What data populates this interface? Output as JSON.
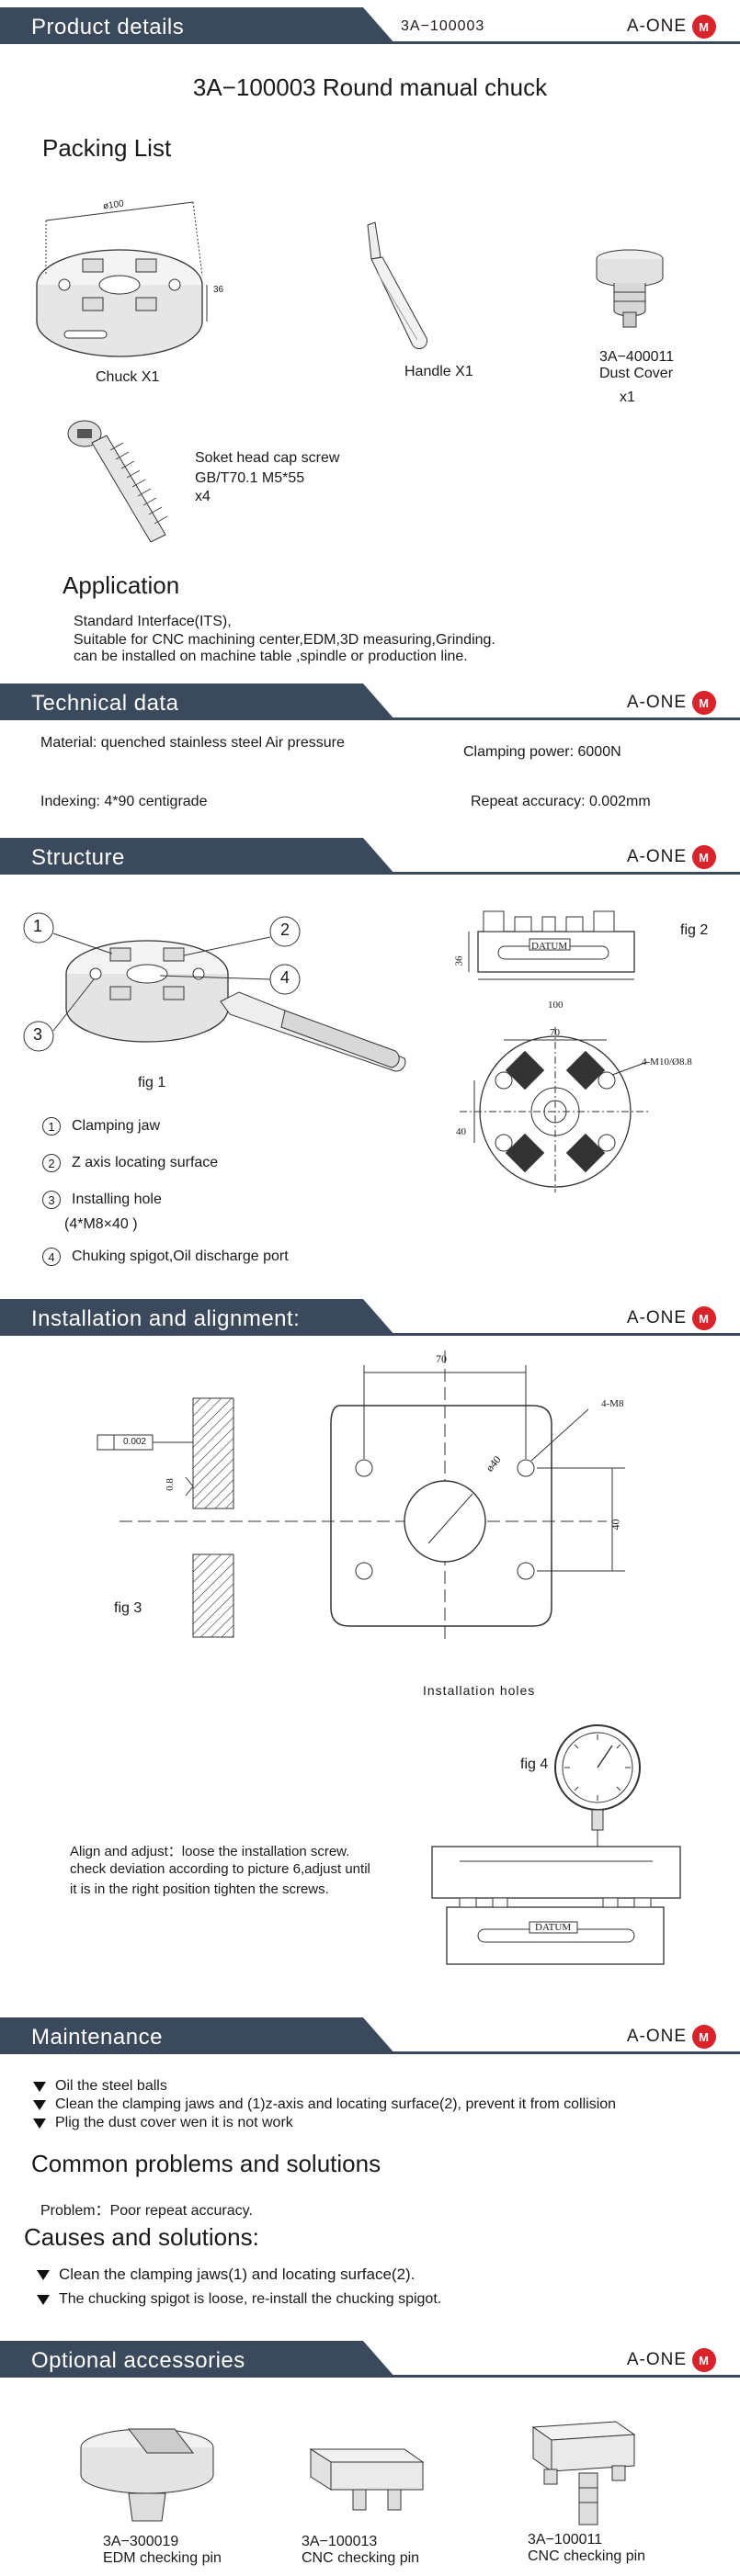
{
  "brand": {
    "name": "A-ONE",
    "mark": "M",
    "color": "#d8232a"
  },
  "colors": {
    "header_band": "#3a4a5c"
  },
  "header": {
    "title": "Product details",
    "code": "3A−100003"
  },
  "product_title": "3A−100003  Round manual chuck",
  "packing": {
    "heading": "Packing List",
    "chuck_label": "Chuck  X1",
    "handle_label": "Handle  X1",
    "dust_code": "3A−400011",
    "dust_label": "Dust Cover",
    "dust_qty": "x1",
    "screw_line1": "Soket head cap screw",
    "screw_line2": "GB/T70.1 M5*55",
    "screw_qty": "x4",
    "dim_dia": "ø100",
    "dim_h": "36"
  },
  "application": {
    "heading": "Application",
    "lines": [
      "Standard Interface(ITS),",
      "Suitable for CNC machining center,EDM,3D measuring,Grinding.",
      "can be installed on machine table ,spindle or production line."
    ]
  },
  "technical": {
    "title": "Technical data",
    "material": "Material:  quenched stainless steel Air pressure",
    "clamping": "Clamping power:  6000N",
    "indexing": "Indexing:  4*90 centigrade",
    "repeat": "Repeat accuracy:  0.002mm"
  },
  "structure": {
    "title": "Structure",
    "fig1": "fig 1",
    "fig2": "fig 2",
    "callouts": [
      "1",
      "2",
      "3",
      "4"
    ],
    "items": [
      {
        "num": "1",
        "text": "Clamping jaw"
      },
      {
        "num": "2",
        "text": "Z axis locating surface"
      },
      {
        "num": "3",
        "text": "Installing hole"
      },
      {
        "num": "4",
        "text": "Chuking spigot,Oil discharge port"
      }
    ],
    "install_sub": "(4*M8×40 )",
    "dim_36": "36",
    "dim_100": "100",
    "dim_70": "70",
    "dim_40": "40",
    "dim_m10": "4-M10/Ø8.8",
    "datum": "DATUM"
  },
  "installation": {
    "title": "Installation and alignment:",
    "fig3": "fig 3",
    "fig4": "fig 4",
    "dim_70": "70",
    "dim_40": "40",
    "dim_m8": "4-M8",
    "dim_dia": "ø40",
    "flatness": "0.002",
    "dim_08": "0.8",
    "holes_caption": "Installation holes",
    "align_lines": [
      "Align and adjust：loose the installation screw.",
      "check deviation according to picture 6,adjust until",
      "it is in the right position tighten the screws."
    ],
    "datum": "DATUM"
  },
  "maintenance": {
    "title": "Maintenance",
    "items": [
      "Oil the steel balls",
      "Clean the clamping jaws and (1)z-axis and locating surface(2), prevent it from collision",
      "Plig the dust cover wen it is not work"
    ],
    "problems_heading": "Common problems and solutions",
    "problem": "Problem：Poor repeat accuracy.",
    "causes_heading": "Causes and solutions:",
    "causes": [
      "Clean the clamping jaws(1) and locating surface(2).",
      "The chucking spigot is loose, re-install the chucking spigot."
    ]
  },
  "accessories": {
    "title": "Optional accessories",
    "items": [
      {
        "code": "3A−300019",
        "name": "EDM checking pin"
      },
      {
        "code": "3A−100013",
        "name": "CNC checking pin"
      },
      {
        "code": "3A−100011",
        "name": "CNC checking pin"
      }
    ]
  }
}
